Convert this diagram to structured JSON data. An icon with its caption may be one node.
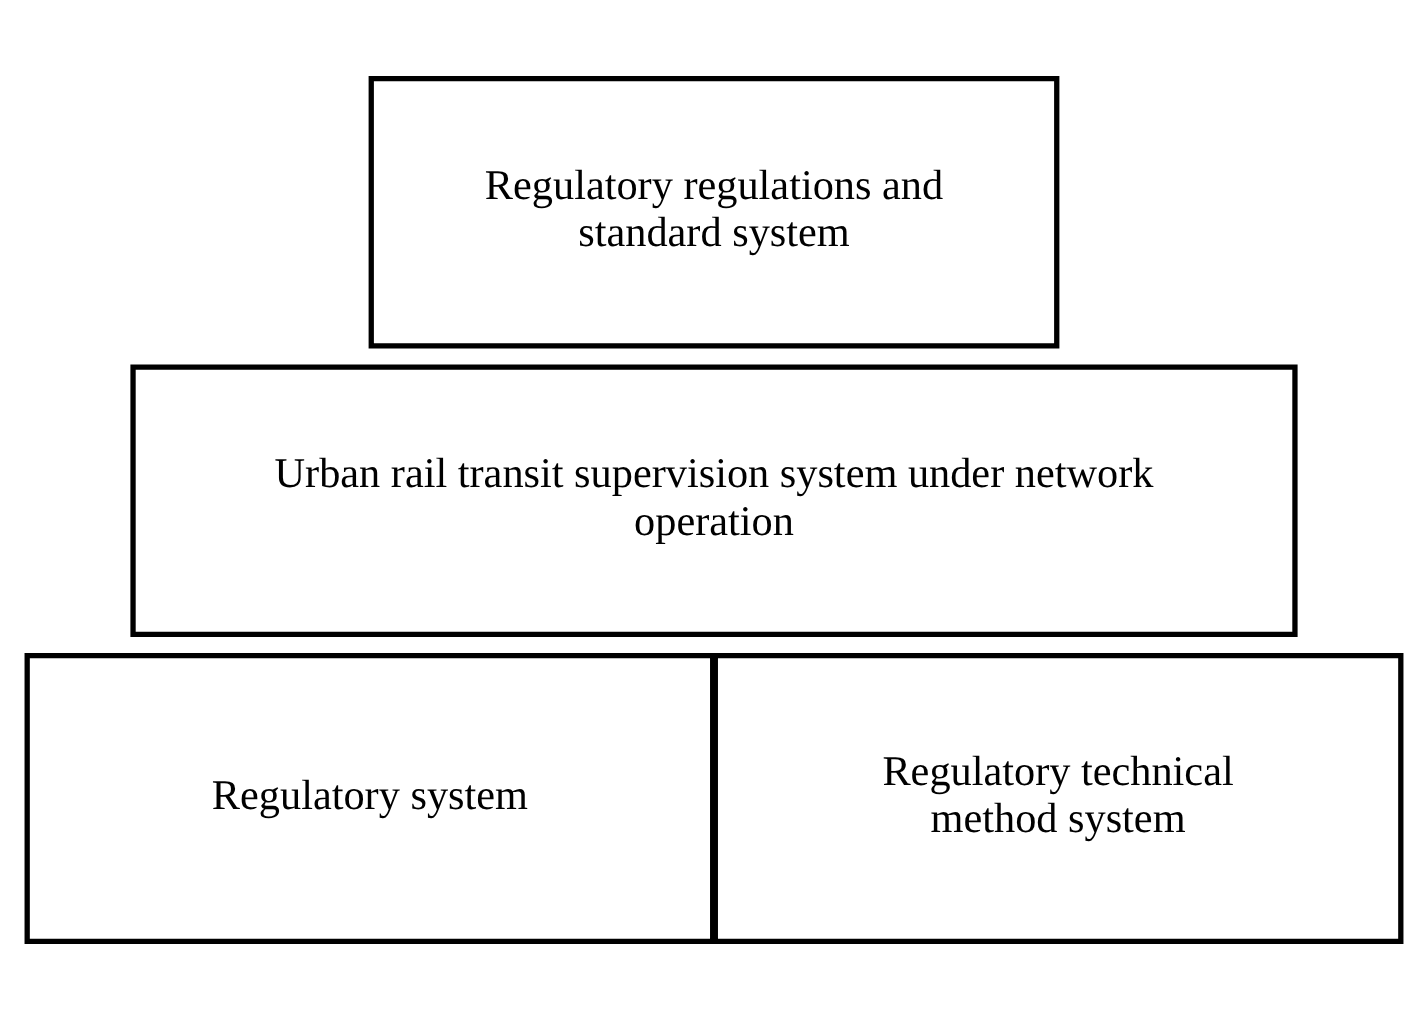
{
  "diagram": {
    "nodes": [
      {
        "text": [
          "Regulatory regulations and standard system"
        ]
      },
      {
        "text": [
          "Urban rail transit supervision system under network operation"
        ]
      },
      {
        "text": [
          "Regulatory system"
        ]
      },
      {
        "text": [
          "Regulatory technical method system"
        ]
      }
    ]
  }
}
